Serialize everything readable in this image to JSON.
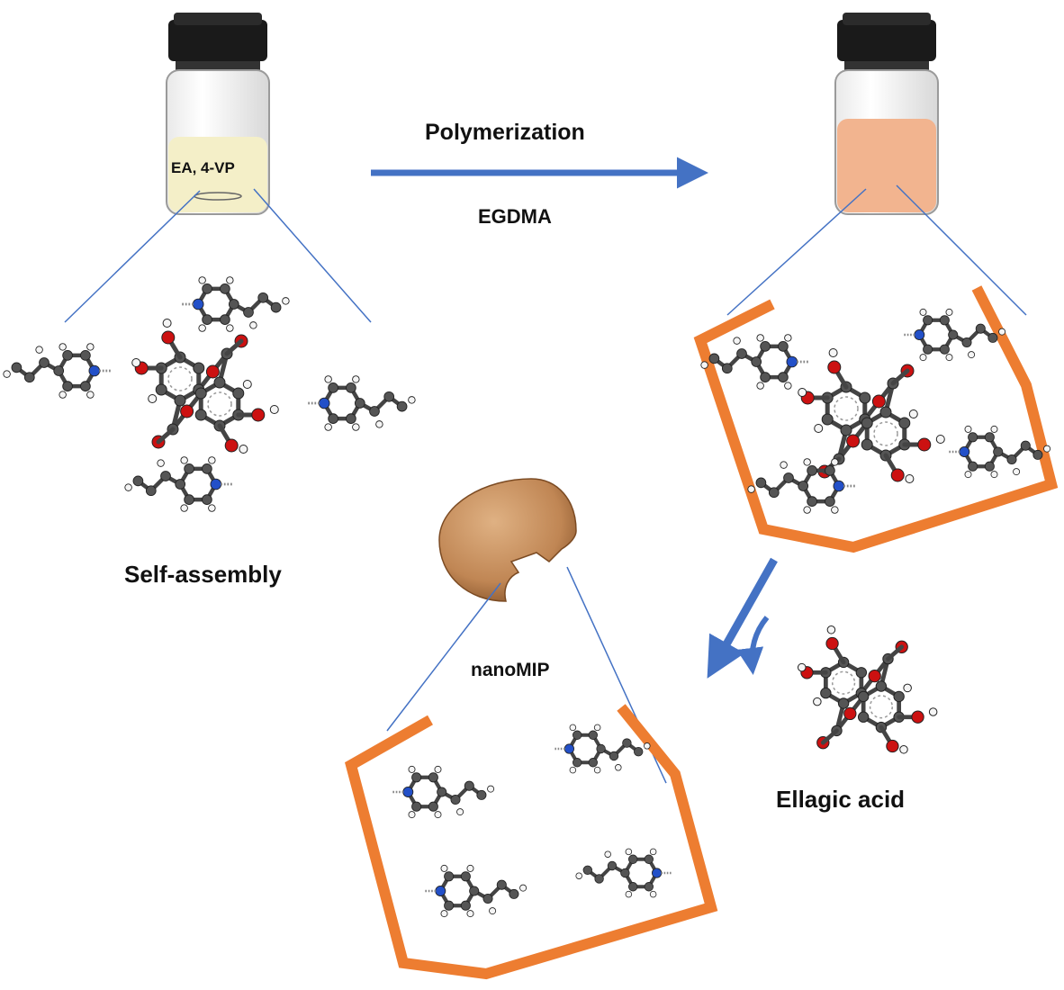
{
  "labels": {
    "vial1_contents": "EA, 4-VP",
    "step": "Polymerization",
    "crosslinker": "EGDMA",
    "stage1": "Self-assembly",
    "product": "nanoMIP",
    "template": "Ellagic acid"
  },
  "colors": {
    "arrow": "#4472c4",
    "polymer_frame": "#ed7d31",
    "connector_line": "#4472c4",
    "vial_cap": "#1a1a1a",
    "solution_before": "#f4efc8",
    "solution_after": "#f2b48f",
    "particle": "#c9905f",
    "carbon": "#555555",
    "oxygen": "#cc1111",
    "nitrogen": "#2350c8",
    "hydrogen": "#f5f5f5"
  },
  "icons": [
    "vial-icon",
    "nanoparticle-icon",
    "molecule-icon"
  ]
}
